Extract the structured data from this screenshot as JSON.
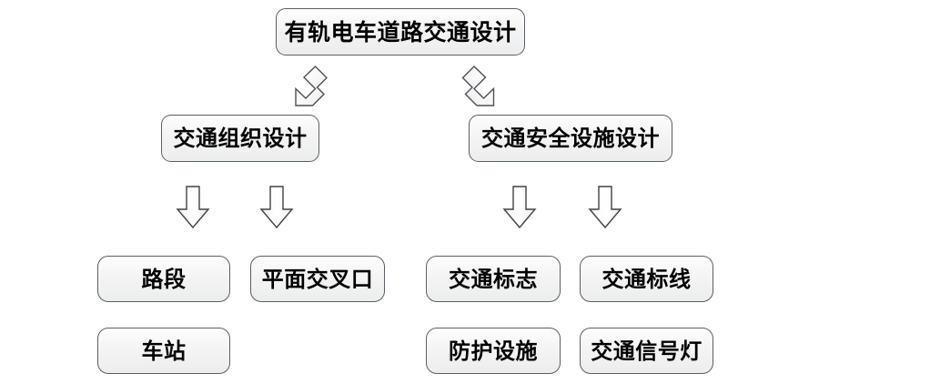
{
  "diagram": {
    "title": "有轨电车道路交通设计",
    "type": "hierarchy-flowchart",
    "background_color": "#ffffff",
    "node_border_color": "#5a5f66",
    "node_fill_color": "#f2f3f3",
    "text_color": "#000000",
    "levels": [
      {
        "level": 1,
        "nodes": [
          {
            "id": "root",
            "label": "有轨电车道路交通设计"
          }
        ]
      },
      {
        "level": 2,
        "nodes": [
          {
            "id": "l2-left",
            "label": "交通组织设计"
          },
          {
            "id": "l2-right",
            "label": "交通安全设施设计"
          }
        ]
      },
      {
        "level": 3,
        "nodes": [
          {
            "id": "leaf-lu",
            "label": "路段",
            "parent": "l2-left"
          },
          {
            "id": "leaf-ru",
            "label": "平面交叉口",
            "parent": "l2-left"
          },
          {
            "id": "leaf-ll",
            "label": "车站",
            "parent": "l2-left"
          },
          {
            "id": "leaf-r1",
            "label": "交通标志",
            "parent": "l2-right"
          },
          {
            "id": "leaf-r2",
            "label": "交通标线",
            "parent": "l2-right"
          },
          {
            "id": "leaf-r3",
            "label": "防护设施",
            "parent": "l2-right"
          },
          {
            "id": "leaf-r4",
            "label": "交通信号灯",
            "parent": "l2-right"
          }
        ]
      }
    ],
    "connectors": [
      {
        "id": "diag-left",
        "icon": "arrow-down-left-icon",
        "from": "root",
        "to": "l2-left"
      },
      {
        "id": "diag-right",
        "icon": "arrow-down-right-icon",
        "from": "root",
        "to": "l2-right"
      },
      {
        "id": "down-1",
        "icon": "arrow-down-icon",
        "from": "l2-left",
        "to": "leaf-lu"
      },
      {
        "id": "down-2",
        "icon": "arrow-down-icon",
        "from": "l2-left",
        "to": "leaf-ru"
      },
      {
        "id": "down-3",
        "icon": "arrow-down-icon",
        "from": "l2-right",
        "to": "leaf-r1"
      },
      {
        "id": "down-4",
        "icon": "arrow-down-icon",
        "from": "l2-right",
        "to": "leaf-r2"
      }
    ]
  }
}
